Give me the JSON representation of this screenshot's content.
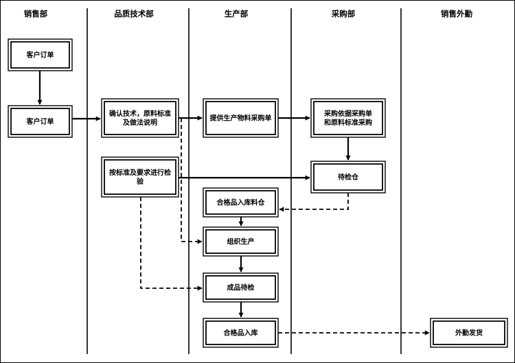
{
  "lanes": [
    {
      "id": "sales",
      "title": "销售部"
    },
    {
      "id": "quality",
      "title": "品质技术部"
    },
    {
      "id": "production",
      "title": "生产部"
    },
    {
      "id": "purchasing",
      "title": "采购部"
    },
    {
      "id": "field_sales",
      "title": "销售外勤"
    }
  ],
  "nodes": [
    {
      "id": "order1",
      "lane": "sales",
      "lines": [
        "客户订单"
      ]
    },
    {
      "id": "order2",
      "lane": "sales",
      "lines": [
        "客户订单"
      ]
    },
    {
      "id": "confirm_tech",
      "lane": "quality",
      "lines": [
        "确认技术，原料标准",
        "及做法说明"
      ]
    },
    {
      "id": "inspect",
      "lane": "quality",
      "lines": [
        "按标准及要求进行检",
        "验"
      ]
    },
    {
      "id": "material_po",
      "lane": "production",
      "lines": [
        "提供生产物料采购单"
      ]
    },
    {
      "id": "qualified_stock",
      "lane": "production",
      "lines": [
        "合格品入库料仓"
      ]
    },
    {
      "id": "organize",
      "lane": "production",
      "lines": [
        "组织生产"
      ]
    },
    {
      "id": "finished_inspect",
      "lane": "production",
      "lines": [
        "成品待检"
      ]
    },
    {
      "id": "qualified_in",
      "lane": "production",
      "lines": [
        "合格品入库"
      ]
    },
    {
      "id": "purchase",
      "lane": "purchasing",
      "lines": [
        "采购依据采购单",
        "和原料标准采购"
      ]
    },
    {
      "id": "pending_store",
      "lane": "purchasing",
      "lines": [
        "待检仓"
      ]
    },
    {
      "id": "ship",
      "lane": "field_sales",
      "lines": [
        "外勤发货"
      ]
    }
  ],
  "edges": [
    {
      "from": "order1",
      "to": "order2",
      "style": "solid"
    },
    {
      "from": "order2",
      "to": "confirm_tech",
      "style": "solid"
    },
    {
      "from": "confirm_tech",
      "to": "material_po",
      "style": "solid"
    },
    {
      "from": "material_po",
      "to": "purchase",
      "style": "solid"
    },
    {
      "from": "purchase",
      "to": "pending_store",
      "style": "solid"
    },
    {
      "from": "inspect",
      "to": "pending_store",
      "style": "solid"
    },
    {
      "from": "pending_store",
      "to": "qualified_stock",
      "style": "dashed"
    },
    {
      "from": "qualified_stock",
      "to": "organize",
      "style": "solid"
    },
    {
      "from": "confirm_tech",
      "to": "organize",
      "style": "dashed"
    },
    {
      "from": "organize",
      "to": "finished_inspect",
      "style": "solid"
    },
    {
      "from": "inspect",
      "to": "finished_inspect",
      "style": "dashed"
    },
    {
      "from": "finished_inspect",
      "to": "qualified_in",
      "style": "solid"
    },
    {
      "from": "qualified_in",
      "to": "ship",
      "style": "dashed"
    }
  ]
}
